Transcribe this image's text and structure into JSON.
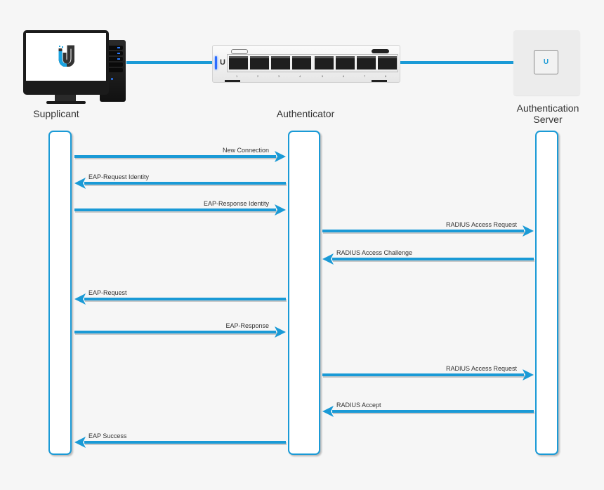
{
  "diagram": {
    "title": "802.1X Authentication Sequence",
    "colors": {
      "accent": "#1a9ad6",
      "background": "#f6f6f6",
      "text": "#333333"
    },
    "nodes": [
      {
        "id": "supplicant",
        "label": "Supplicant",
        "icon": "desktop-computer-icon"
      },
      {
        "id": "authenticator",
        "label": "Authenticator",
        "icon": "network-switch-icon",
        "port_labels": [
          "1",
          "2",
          "3",
          "4",
          "5",
          "6",
          "7",
          "8"
        ]
      },
      {
        "id": "server",
        "label": "Authentication Server",
        "label_lines": [
          "Authentication",
          "Server"
        ],
        "icon": "gateway-server-icon"
      }
    ],
    "messages": [
      {
        "from": "supplicant",
        "to": "authenticator",
        "label": "New Connection"
      },
      {
        "from": "authenticator",
        "to": "supplicant",
        "label": "EAP-Request Identity"
      },
      {
        "from": "supplicant",
        "to": "authenticator",
        "label": "EAP-Response Identity"
      },
      {
        "from": "authenticator",
        "to": "server",
        "label": "RADIUS Access Request"
      },
      {
        "from": "server",
        "to": "authenticator",
        "label": "RADIUS Access Challenge"
      },
      {
        "from": "authenticator",
        "to": "supplicant",
        "label": "EAP-Request"
      },
      {
        "from": "supplicant",
        "to": "authenticator",
        "label": "EAP-Response"
      },
      {
        "from": "authenticator",
        "to": "server",
        "label": "RADIUS Access Request"
      },
      {
        "from": "server",
        "to": "authenticator",
        "label": "RADIUS Accept"
      },
      {
        "from": "authenticator",
        "to": "supplicant",
        "label": "EAP Success"
      }
    ]
  }
}
